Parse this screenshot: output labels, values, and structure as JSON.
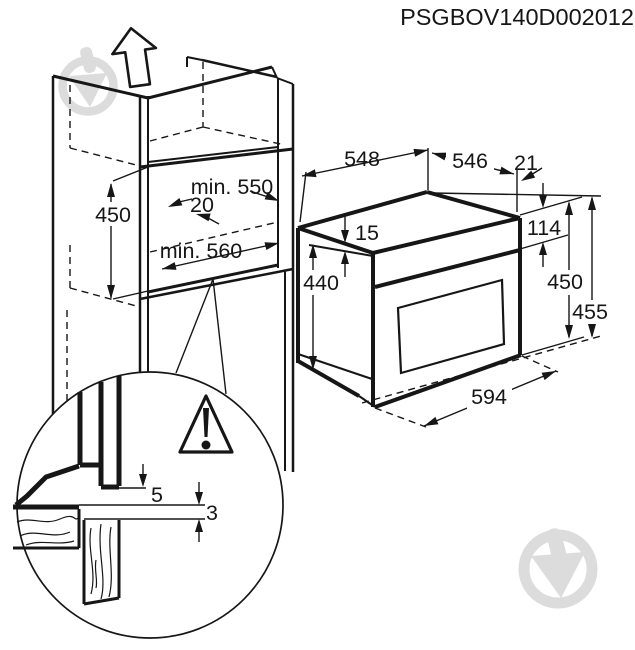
{
  "title": "PSGBOV140D002012",
  "colors": {
    "ink": "#161616",
    "watermark": "#dcdcdc"
  },
  "cabinet": {
    "niche_height": "450",
    "min_depth": "min. 550",
    "rear_gap": "20",
    "min_width": "min. 560"
  },
  "oven": {
    "depth": "548",
    "width_top": "546",
    "overhang": "21",
    "top_inset": "15",
    "body_height": "440",
    "panel_height": "114",
    "front_height": "450",
    "total_height": "455",
    "front_width": "594"
  },
  "detail": {
    "overlap": "5",
    "gap": "3"
  }
}
